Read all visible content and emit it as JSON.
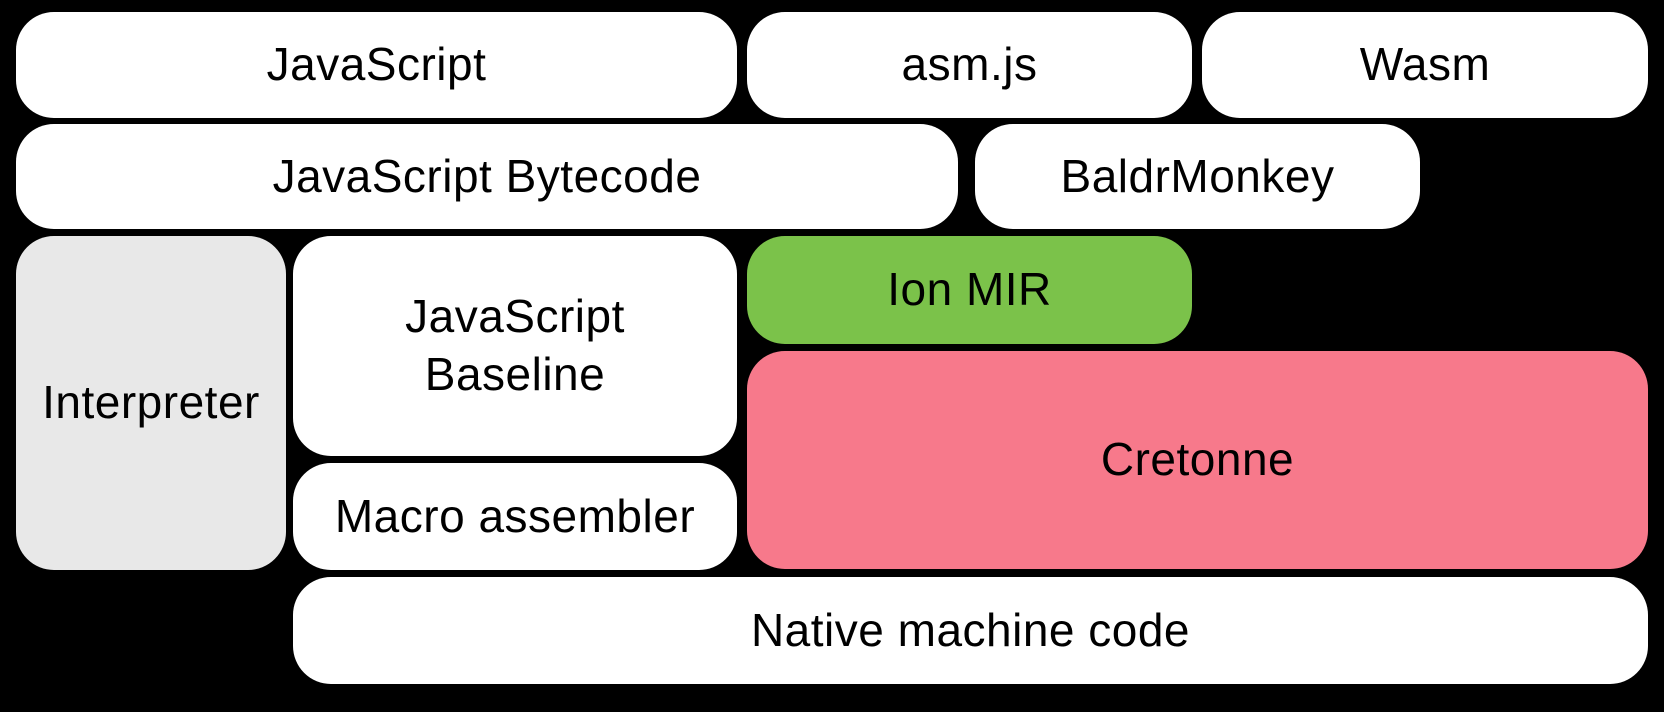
{
  "canvas": {
    "background": "#000000",
    "text_color": "#000000"
  },
  "colors": {
    "box_white": "#ffffff",
    "interpreter_gray": "#e8e8e8",
    "ion_mir_green": "#7bc24a",
    "cretonne_pink": "#f7798b"
  },
  "nodes": {
    "javascript": {
      "label": "JavaScript",
      "fill": "#ffffff"
    },
    "asm_js": {
      "label": "asm.js",
      "fill": "#ffffff"
    },
    "wasm": {
      "label": "Wasm",
      "fill": "#ffffff"
    },
    "javascript_bytecode": {
      "label": "JavaScript Bytecode",
      "fill": "#ffffff"
    },
    "baldrmonkey": {
      "label": "BaldrMonkey",
      "fill": "#ffffff"
    },
    "interpreter": {
      "label": "Interpreter",
      "fill": "#e8e8e8"
    },
    "javascript_baseline": {
      "label": "JavaScript\nBaseline",
      "fill": "#ffffff"
    },
    "ion_mir": {
      "label": "Ion MIR",
      "fill": "#7bc24a"
    },
    "cretonne": {
      "label": "Cretonne",
      "fill": "#f7798b"
    },
    "macro_assembler": {
      "label": "Macro assembler",
      "fill": "#ffffff"
    },
    "native_machine_code": {
      "label": "Native machine code",
      "fill": "#ffffff"
    }
  }
}
